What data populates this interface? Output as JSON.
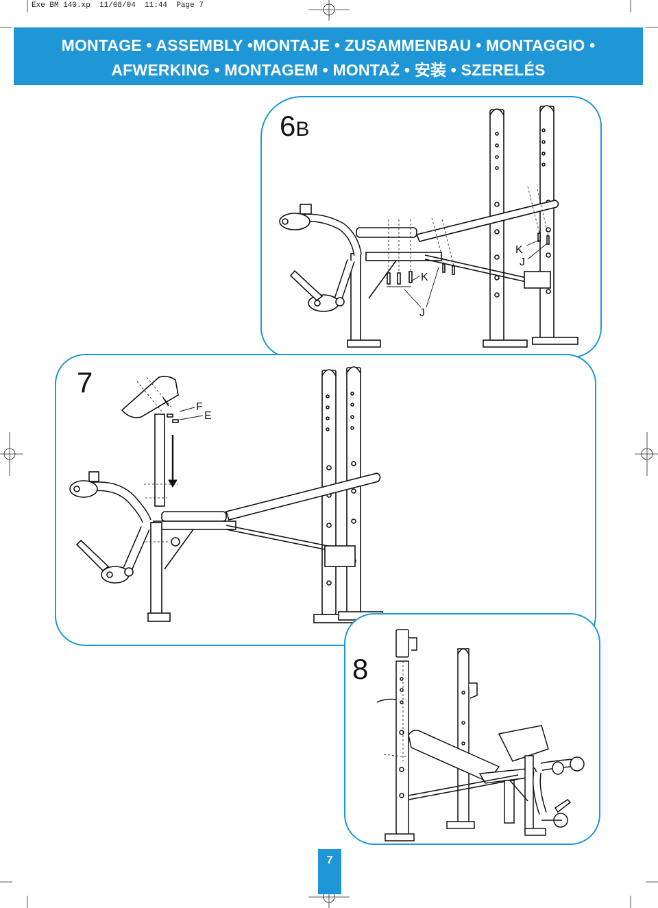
{
  "slug": "Exe BM 140.xp  11/08/04  11:44  Page 7",
  "header": {
    "line1": "MONTAGE • ASSEMBLY •MONTAJE • ZUSAMMENBAU • MONTAGGIO •",
    "line2": "AFWERKING • MONTAGEM • MONTAŻ • 安装 • SZERELÉS"
  },
  "steps": {
    "step6": {
      "number": "6",
      "sub": "B",
      "labels": {
        "k1": "K",
        "j1": "J",
        "k2": "K",
        "j2": "J"
      }
    },
    "step7": {
      "number": "7",
      "labels": {
        "f": "F",
        "e": "E"
      }
    },
    "step8": {
      "number": "8"
    }
  },
  "page_number": "7",
  "colors": {
    "accent": "#1f97d6",
    "line": "#111111"
  }
}
